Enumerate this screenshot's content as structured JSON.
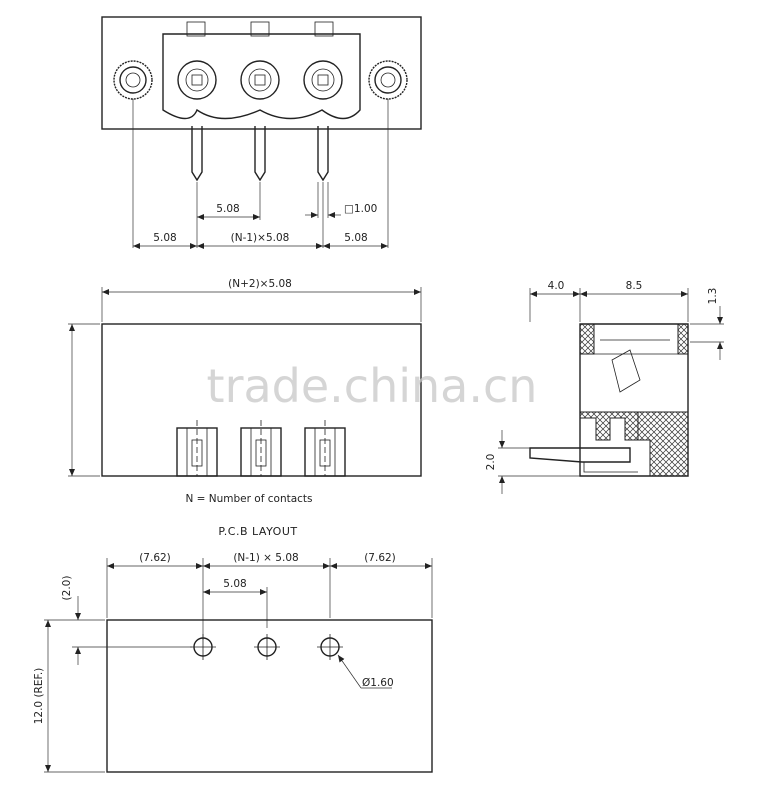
{
  "top_view": {
    "dim_pitch": "5.08",
    "dim_pin_size": "□1.00",
    "dim_left": "5.08",
    "dim_middle": "(N-1)×5.08",
    "dim_right": "5.08"
  },
  "front_view": {
    "dim_overall": "(N+2)×5.08",
    "note": "N = Number of contacts"
  },
  "side_view": {
    "dim_a": "4.0",
    "dim_b": "8.5",
    "dim_c": "1.3",
    "dim_d": "2.0"
  },
  "pcb_layout": {
    "title": "P.C.B LAYOUT",
    "dim_left": "(7.62)",
    "dim_middle": "(N-1) × 5.08",
    "dim_right": "(7.62)",
    "dim_pitch": "5.08",
    "dim_hole": "Ø1.60",
    "dim_offset": "(2.0)",
    "dim_height": "12.0 (REF.)"
  },
  "watermark": "trade.china.cn"
}
